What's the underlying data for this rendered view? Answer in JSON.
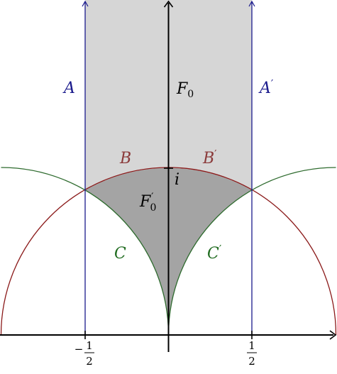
{
  "labels": {
    "fundamental_domain": "F",
    "fundamental_domain_sub": "0",
    "fundamental_domain_prime": "F",
    "fundamental_domain_prime_sub": "0",
    "fundamental_domain_prime_mark": "′",
    "point_i": "i",
    "line_left": "A",
    "line_right": "A",
    "line_right_mark": "′",
    "arc_left": "B",
    "arc_right": "B",
    "arc_right_mark": "′",
    "circle_left": "C",
    "circle_right": "C",
    "circle_right_mark": "′"
  },
  "ticks": {
    "left_sign": "−",
    "left_num": "1",
    "left_den": "2",
    "right_num": "1",
    "right_den": "2"
  },
  "colors": {
    "blue": "#1a1a8c",
    "red": "#8b1a1a",
    "green": "#2e6b2e",
    "region_light": "#d6d6d6",
    "region_dark": "#a4a4a4",
    "axis": "#000000"
  },
  "label_colors": {
    "A": "#1a1a8c",
    "B": "#8b3a3a",
    "C": "#1f6b1f"
  }
}
